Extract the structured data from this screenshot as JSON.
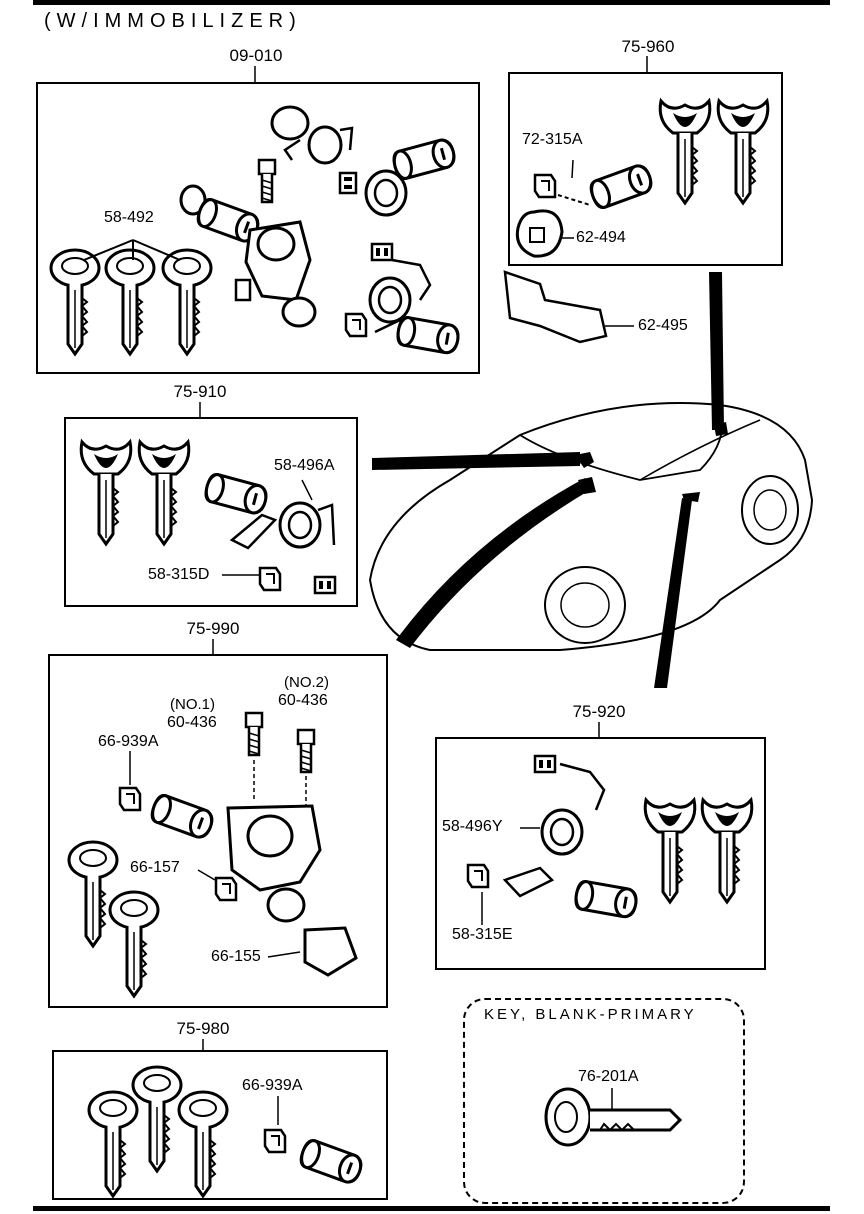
{
  "header": {
    "title": "(W/IMMOBILIZER)"
  },
  "groups": {
    "g09010": {
      "code": "09-010",
      "parts": [
        "58-492"
      ]
    },
    "g75960": {
      "code": "75-960",
      "parts": [
        "72-315A",
        "62-494"
      ]
    },
    "standalone": {
      "part": "62-495"
    },
    "g75910": {
      "code": "75-910",
      "parts": [
        "58-496A",
        "58-315D"
      ]
    },
    "g75990": {
      "code": "75-990",
      "parts": [
        "(NO.1)",
        "60-436",
        "(NO.2)",
        "60-436",
        "66-939A",
        "66-157",
        "66-155"
      ]
    },
    "g75920": {
      "code": "75-920",
      "parts": [
        "58-496Y",
        "58-315E"
      ]
    },
    "g75980": {
      "code": "75-980",
      "parts": [
        "66-939A"
      ]
    },
    "keybox": {
      "title": "KEY, BLANK-PRIMARY",
      "part": "76-201A"
    }
  }
}
